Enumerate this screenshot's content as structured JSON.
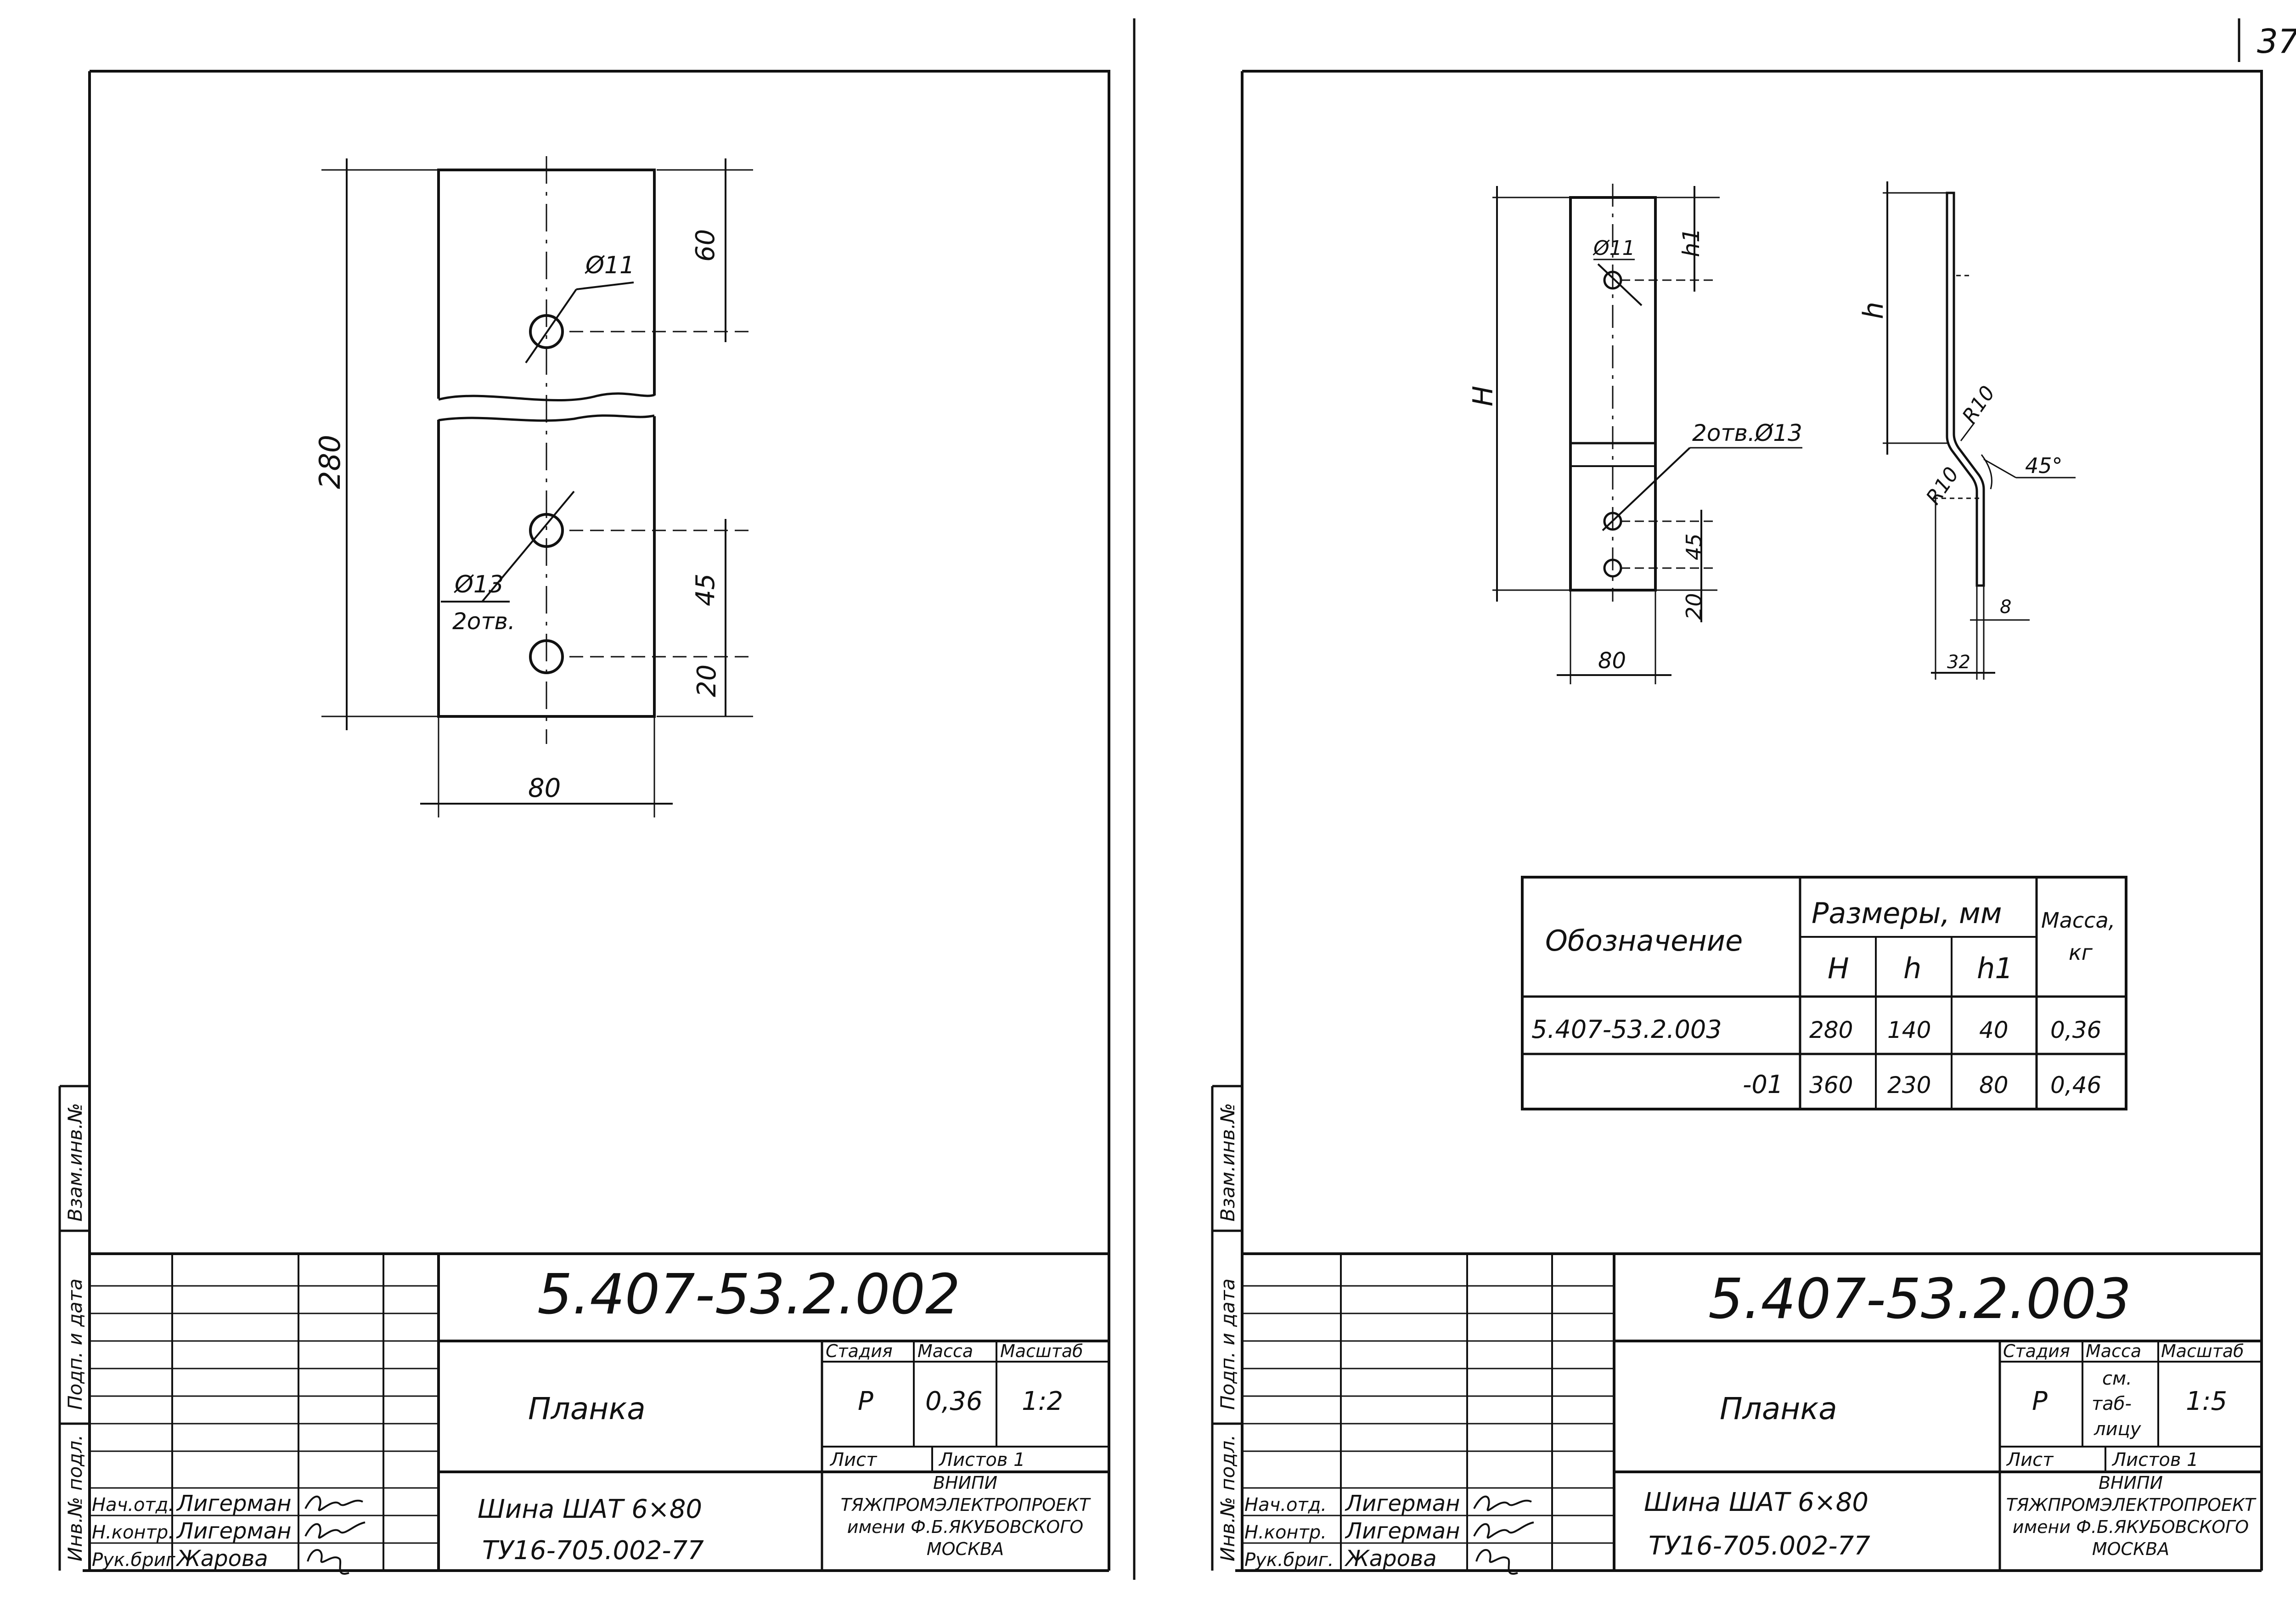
{
  "page_number": "37",
  "left": {
    "drawing": {
      "dim_hole_top": "Ø11",
      "dim_top_offset": "60",
      "dim_total_height": "280",
      "dim_holes_lower": "Ø13",
      "dim_holes_lower_count": "2отв.",
      "dim_hole_spacing": "45",
      "dim_bottom_offset": "20",
      "dim_width": "80"
    },
    "stamp": {
      "code": "5.407-53.2.002",
      "title": "Планка",
      "col_stage": "Стадия",
      "col_mass": "Масса",
      "col_scale": "Масштаб",
      "stage": "Р",
      "mass": "0,36",
      "scale": "1:2",
      "sheet_label": "Лист",
      "sheets_label": "Листов 1",
      "description_1": "Шина ШАТ 6×80",
      "description_2": "ТУ16-705.002-77",
      "org_1": "ВНИПИ",
      "org_2": "ТЯЖПРОМЭЛЕКТРОПРОЕКТ",
      "org_3": "имени Ф.Б.ЯКУБОВСКОГО",
      "org_4": "МОСКВА",
      "roles": [
        {
          "role": "Нач.отд.",
          "name": "Лигерман"
        },
        {
          "role": "Н.контр.",
          "name": "Лигерман"
        },
        {
          "role": "Рук.бриг.",
          "name": "Жарова"
        }
      ],
      "side_labels": [
        "Инв.№ подл.",
        "Подп. и дата",
        "Взам.инв.№"
      ]
    }
  },
  "right": {
    "drawing": {
      "dim_H": "H",
      "dim_h1": "h1",
      "dim_hole_top": "Ø11",
      "dim_holes_lower": "2отв.Ø13",
      "dim_hole_spacing": "45",
      "dim_bottom_offset": "20",
      "dim_width": "80",
      "dim_h": "h",
      "dim_r_top": "R10",
      "dim_r_bottom": "R10",
      "dim_angle": "45°",
      "dim_thickness": "8",
      "dim_offset": "32"
    },
    "table": {
      "col_designation": "Обозначение",
      "col_sizes": "Размеры, мм",
      "col_mass_1": "Масса,",
      "col_mass_2": "кг",
      "sub_H": "H",
      "sub_h": "h",
      "sub_h1": "h1",
      "rows": [
        {
          "designation": "5.407-53.2.003",
          "H": "280",
          "h": "140",
          "h1": "40",
          "mass": "0,36"
        },
        {
          "designation": "-01",
          "H": "360",
          "h": "230",
          "h1": "80",
          "mass": "0,46"
        }
      ]
    },
    "stamp": {
      "code": "5.407-53.2.003",
      "title": "Планка",
      "col_stage": "Стадия",
      "col_mass": "Масса",
      "col_scale": "Масштаб",
      "stage": "Р",
      "mass_1": "см.",
      "mass_2": "таб-",
      "mass_3": "лицу",
      "scale": "1:5",
      "sheet_label": "Лист",
      "sheets_label": "Листов 1",
      "description_1": "Шина ШАТ 6×80",
      "description_2": "ТУ16-705.002-77",
      "org_1": "ВНИПИ",
      "org_2": "ТЯЖПРОМЭЛЕКТРОПРОЕКТ",
      "org_3": "имени Ф.Б.ЯКУБОВСКОГО",
      "org_4": "МОСКВА",
      "roles": [
        {
          "role": "Нач.отд.",
          "name": "Лигерман"
        },
        {
          "role": "Н.контр.",
          "name": "Лигерман"
        },
        {
          "role": "Рук.бриг.",
          "name": "Жарова"
        }
      ],
      "side_labels": [
        "Инв.№ подл.",
        "Подп. и дата",
        "Взам.инв.№"
      ]
    }
  }
}
